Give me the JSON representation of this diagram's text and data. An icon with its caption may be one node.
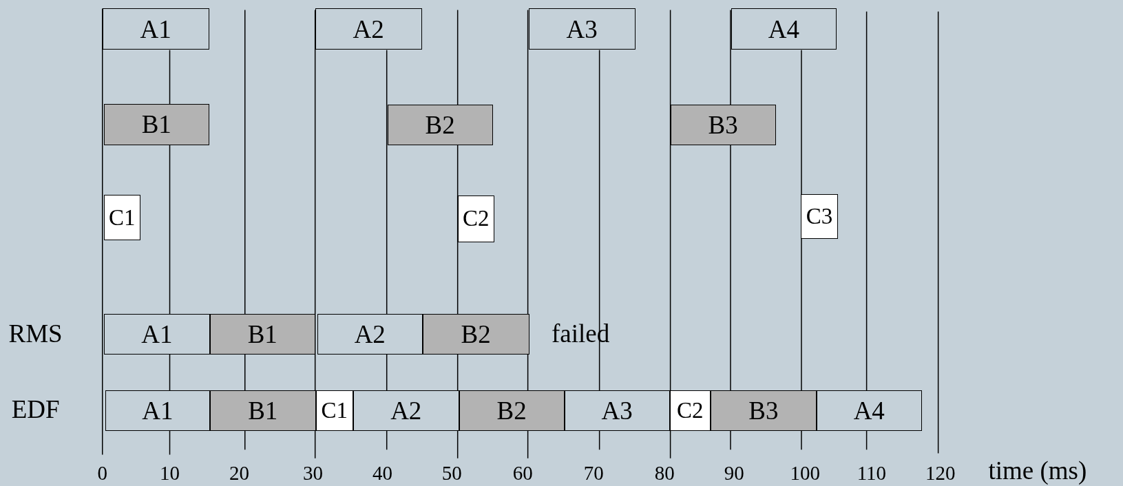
{
  "diagram": {
    "nodes": [
      {
        "text": [
          "A1"
        ]
      },
      {
        "text": [
          "A2"
        ]
      },
      {
        "text": [
          "A3"
        ]
      },
      {
        "text": [
          "A4"
        ]
      },
      {
        "text": [
          "B1"
        ]
      },
      {
        "text": [
          "B2"
        ]
      },
      {
        "text": [
          "B3"
        ]
      },
      {
        "text": [
          "C1"
        ]
      },
      {
        "text": [
          "C2"
        ]
      },
      {
        "text": [
          "C3"
        ]
      },
      {
        "text": [
          "A1"
        ]
      },
      {
        "text": [
          "B1"
        ]
      },
      {
        "text": [
          "A2"
        ]
      },
      {
        "text": [
          "B2"
        ]
      },
      {
        "text": [
          "A1"
        ]
      },
      {
        "text": [
          "B1"
        ]
      },
      {
        "text": [
          "C1"
        ]
      },
      {
        "text": [
          "A2"
        ]
      },
      {
        "text": [
          "B2"
        ]
      },
      {
        "text": [
          "A3"
        ]
      },
      {
        "text": [
          "C2"
        ]
      },
      {
        "text": [
          "B3"
        ]
      },
      {
        "text": [
          "A4"
        ]
      }
    ],
    "edges": [],
    "labels": [
      "RMS",
      "failed",
      "EDF",
      "0",
      "10",
      "20",
      "30",
      "40",
      "50",
      "60",
      "70",
      "80",
      "90",
      "100",
      "110",
      "120",
      "time (ms)"
    ]
  }
}
